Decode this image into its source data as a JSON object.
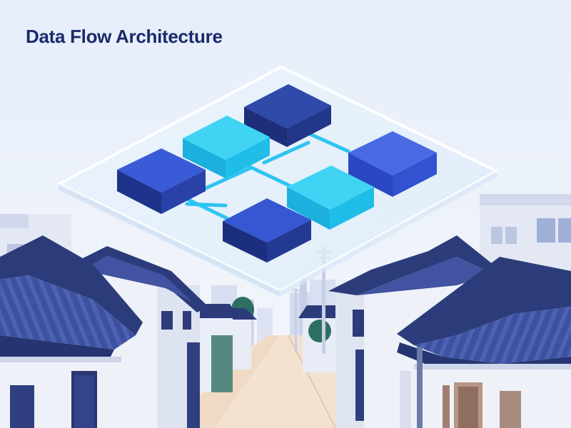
{
  "title": "Data Flow Architecture",
  "colors": {
    "title": "#1b2a6b",
    "sky_top": "#e8f0fb",
    "sky_bottom": "#f3f6fb",
    "roof_dark": "#2c3c7a",
    "roof_mid": "#3e51a0",
    "roof_tile": "#5468b4",
    "wall_light": "#eef1f8",
    "wall_shadow": "#c9d1e6",
    "wall_far": "#d7def0",
    "window_dark": "#2e3b78",
    "tree_green": "#2f6f62",
    "road": "#f3e2cf",
    "road_shade": "#ead3bc",
    "platform_fill": "#e6f1fb",
    "platform_edge": "#ffffff",
    "connector": "#2ec4f2",
    "block_navy": "#243a8c",
    "block_blue": "#3559d6",
    "block_cyan": "#24c7ef"
  },
  "icons": [
    "isometric-data-block",
    "connector-line",
    "hanok-roof",
    "utility-pole",
    "tree"
  ]
}
